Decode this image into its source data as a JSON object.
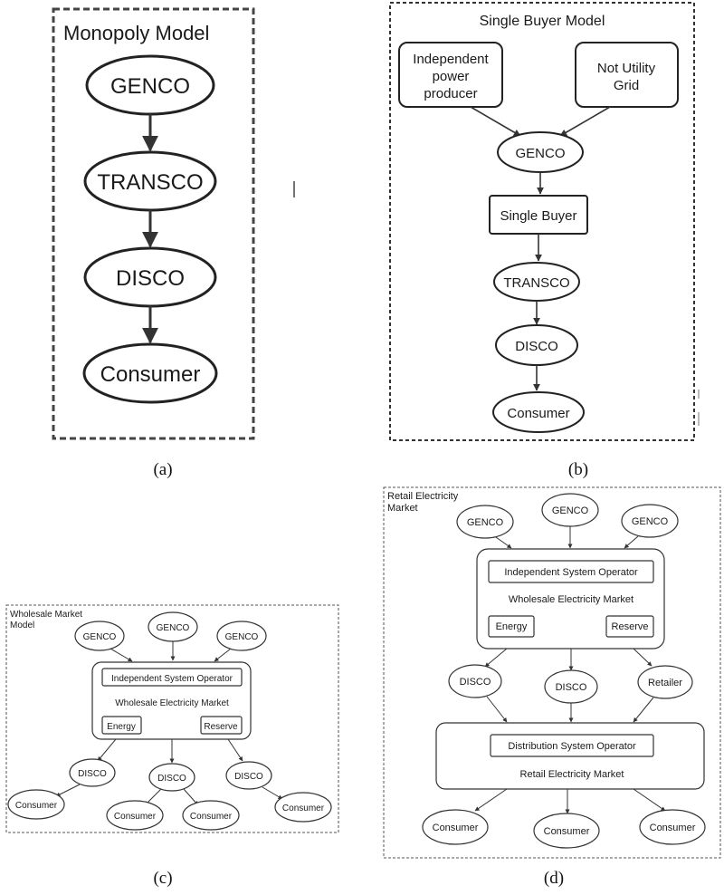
{
  "panel_a": {
    "title": "Monopoly Model",
    "nodes": [
      "GENCO",
      "TRANSCO",
      "DISCO",
      "Consumer"
    ],
    "caption": "(a)"
  },
  "panel_b": {
    "title": "Single Buyer Model",
    "ipp": [
      "Independent",
      "power",
      "producer"
    ],
    "nug": [
      "Not Utility",
      "Grid"
    ],
    "genco": "GENCO",
    "single_buyer": "Single Buyer",
    "transco": "TRANSCO",
    "disco": "DISCO",
    "consumer": "Consumer",
    "caption": "(b)"
  },
  "panel_c": {
    "title_lines": [
      "Wholesale Market",
      "Model"
    ],
    "genco": "GENCO",
    "iso": "Independent System Operator",
    "market": "Wholesale Electricity Market",
    "energy": "Energy",
    "reserve": "Reserve",
    "disco": "DISCO",
    "consumer": "Consumer",
    "caption": "(c)"
  },
  "panel_d": {
    "title_lines": [
      "Retail Electricity",
      "Market"
    ],
    "genco": "GENCO",
    "iso": "Independent System Operator",
    "wholesale": "Wholesale Electricity Market",
    "energy": "Energy",
    "reserve": "Reserve",
    "disco": "DISCO",
    "retailer": "Retailer",
    "dso": "Distribution System Operator",
    "retail": "Retail Electricity Market",
    "consumer": "Consumer",
    "caption": "(d)"
  }
}
